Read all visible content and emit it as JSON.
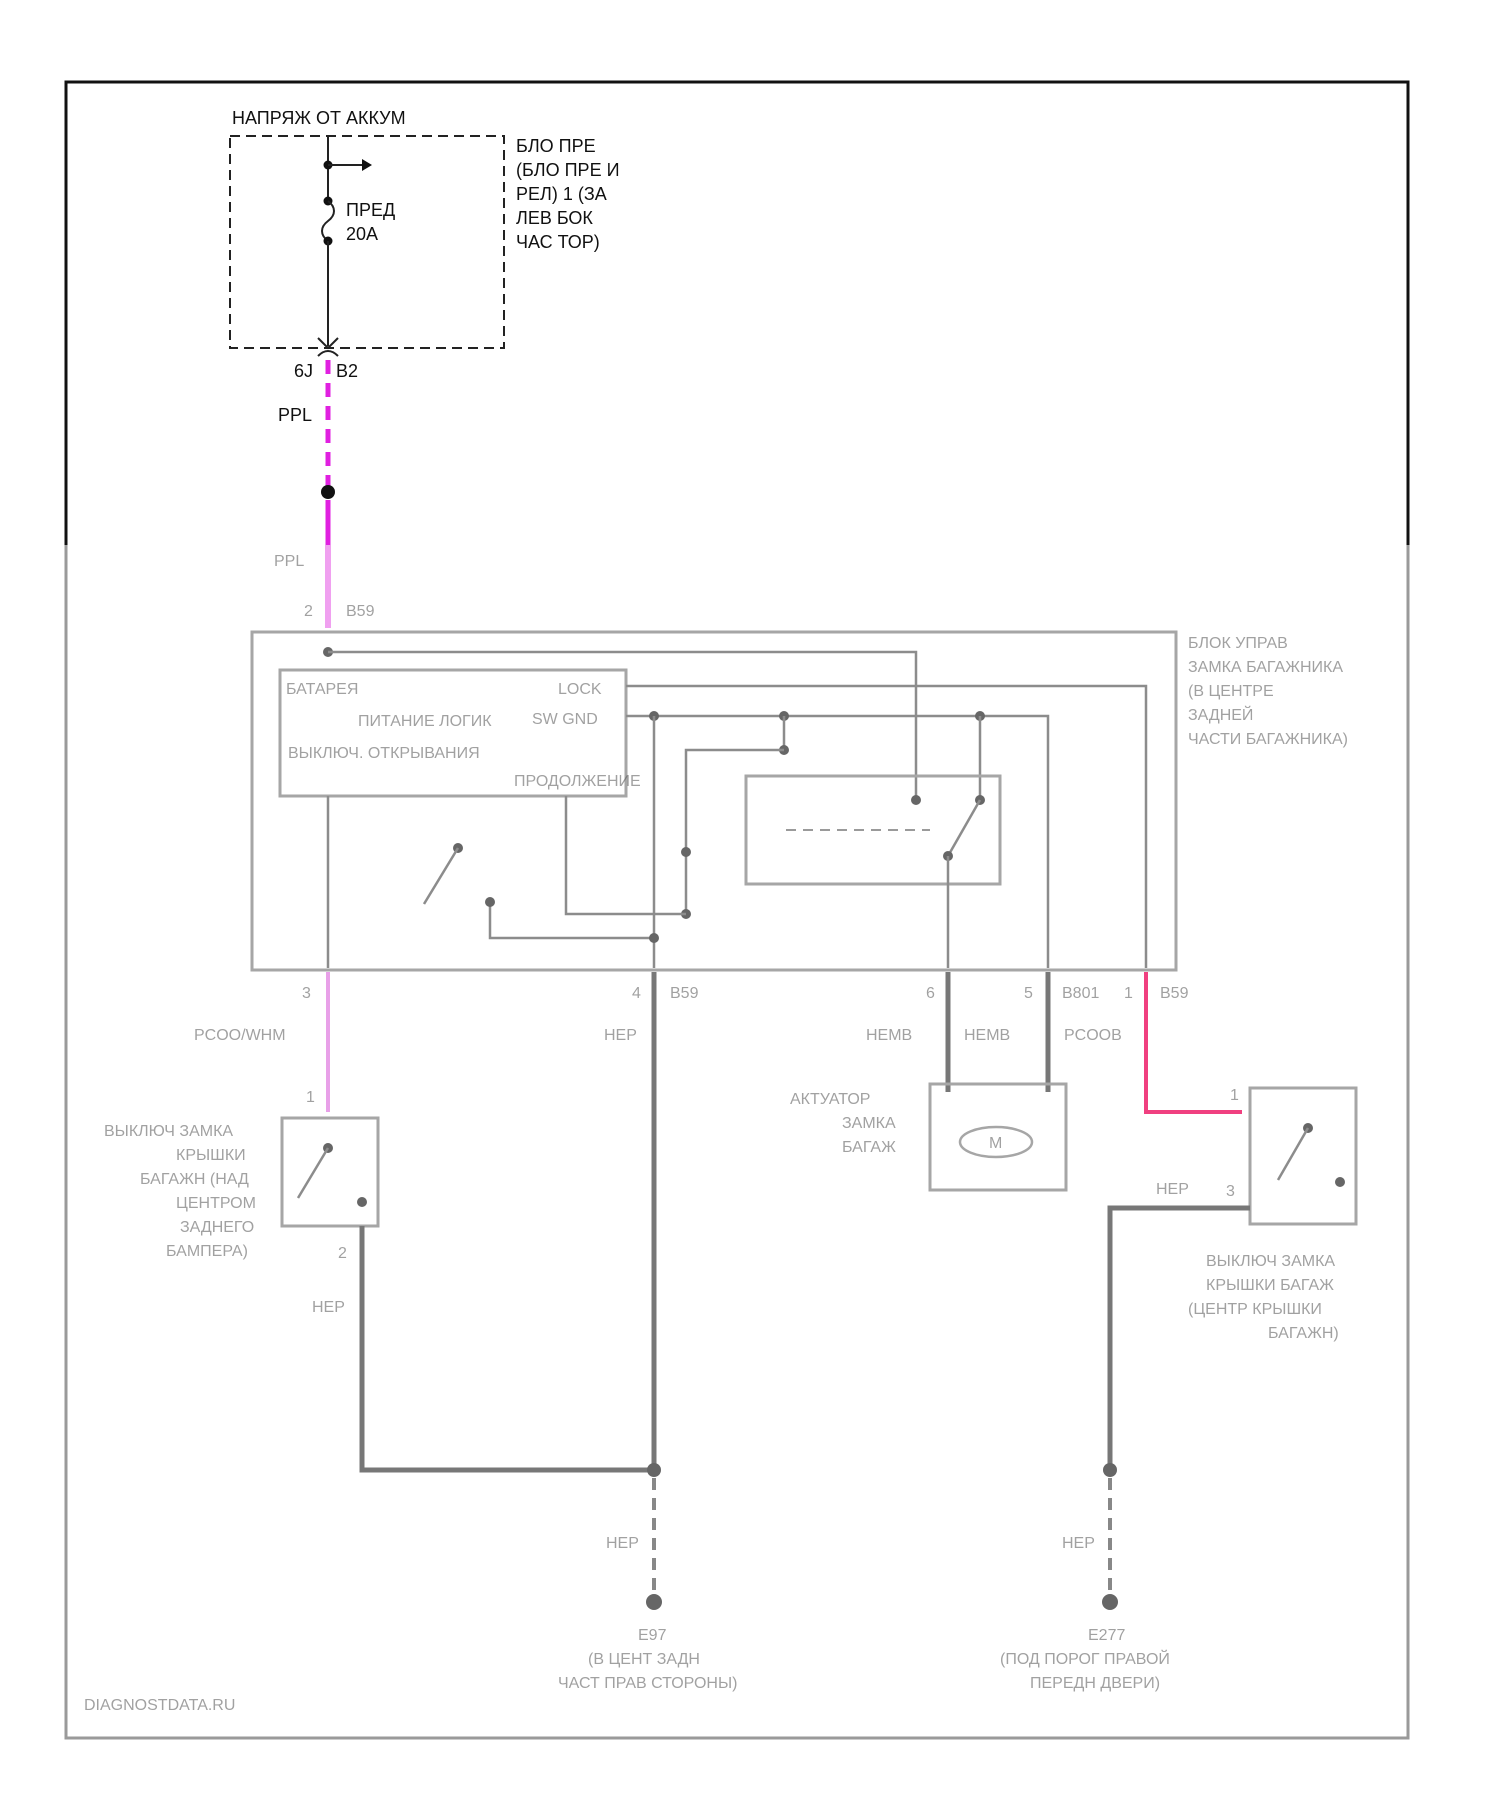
{
  "diagram": {
    "supply_label": "НАПРЯЖ ОТ АККУМ",
    "fuse_block_label": [
      "БЛО ПРЕ",
      "(БЛО ПРЕ И",
      "РЕЛ) 1 (ЗА",
      "ЛЕВ БОК",
      "ЧАС ТОР)"
    ],
    "fuse_label": [
      "ПРЕД",
      "20А"
    ],
    "connector_left": "6J",
    "connector_right": "B2",
    "wire_color_ppl": "PPL",
    "colors": {
      "ppl_wire": "#e020e0",
      "ppl_wire_lower": "#f0a0f0",
      "pink_wire": "#f04080",
      "ground_wire": "#777777"
    },
    "control_unit": {
      "header": [
        "БЛОК УПРАВ",
        "ЗАМКА БАГАЖНИКА",
        "(В ЦЕНТРЕ",
        "ЗАДНЕЙ",
        "ЧАСТИ БАГАЖНИКА)"
      ],
      "pin_battery": "БАТАРЕЯ",
      "pin_lock": "LOCK",
      "pin_power": "ПИТАНИЕ ЛОГИК",
      "pin_sw_gnd": "SW GND",
      "pin_switch": "ВЫКЛЮЧ. ОТКРЫВАНИЯ",
      "pin_release": "ПРОДОЛЖЕНИЕ"
    },
    "pins": {
      "top_pin": "2",
      "top_pin_code": "B59",
      "p3": "3",
      "p4": "4",
      "p4_code": "B59",
      "p6": "6",
      "p5": "5",
      "p5_code": "B801",
      "p1": "1",
      "p1_code": "B59"
    },
    "wires": {
      "left_wire": "PCOO/WHM",
      "mid_wire": "HEP",
      "motor_wire_a": "HEMB",
      "motor_wire_b": "HEMB",
      "pink_wire": "PCOOB"
    },
    "components": {
      "left_switch": [
        "ВЫКЛЮЧ ЗАМКА",
        "КРЫШКИ",
        "БАГАЖН (НАД",
        "ЦЕНТРОМ",
        "ЗАДНЕГО",
        "БАМПЕРА)"
      ],
      "left_switch_pin_top": "1",
      "left_switch_pin_bottom": "2",
      "motor": [
        "АКТУАТОР",
        "ЗАМКА",
        "БАГАЖ"
      ],
      "motor_symbol": "M",
      "right_switch": [
        "ВЫКЛЮЧ ЗАМКА",
        "КРЫШКИ БАГАЖ",
        "(ЦЕНТР КРЫШКИ",
        "БАГАЖН)"
      ],
      "right_switch_pin_top": "1",
      "right_switch_pin_mid": "3"
    },
    "grounds": {
      "left_code": "E97",
      "left_desc": [
        "(В ЦЕНТ ЗАДН",
        "ЧАСТ ПРАВ СТОРОНЫ)"
      ],
      "right_code": "E277",
      "right_desc": [
        "(ПОД ПОРОГ ПРАВОЙ",
        "ПЕРЕДН ДВЕРИ)"
      ],
      "wire": "HEP"
    },
    "watermark": "DIAGNOSTDATA.RU"
  }
}
